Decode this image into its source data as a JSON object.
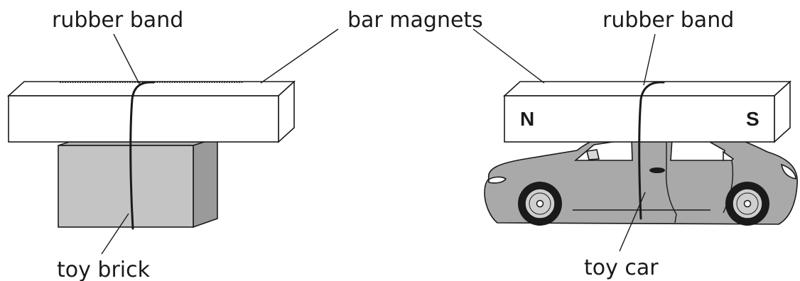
{
  "labels": {
    "rubber_band_left": "rubber band",
    "bar_magnets": "bar magnets",
    "rubber_band_right": "rubber band",
    "toy_brick": "toy brick",
    "toy_car": "toy car"
  },
  "magnet_poles": {
    "north": "N",
    "south": "S"
  },
  "colors": {
    "line": "#1a1a1a",
    "brick_front": "#c4c4c4",
    "brick_side": "#9a9a9a",
    "brick_top": "#b3b3b3",
    "car_body": "#a9a9a9",
    "window": "#ffffff",
    "tyre": "#1a1a1a",
    "hub": "#cfcfcf"
  }
}
